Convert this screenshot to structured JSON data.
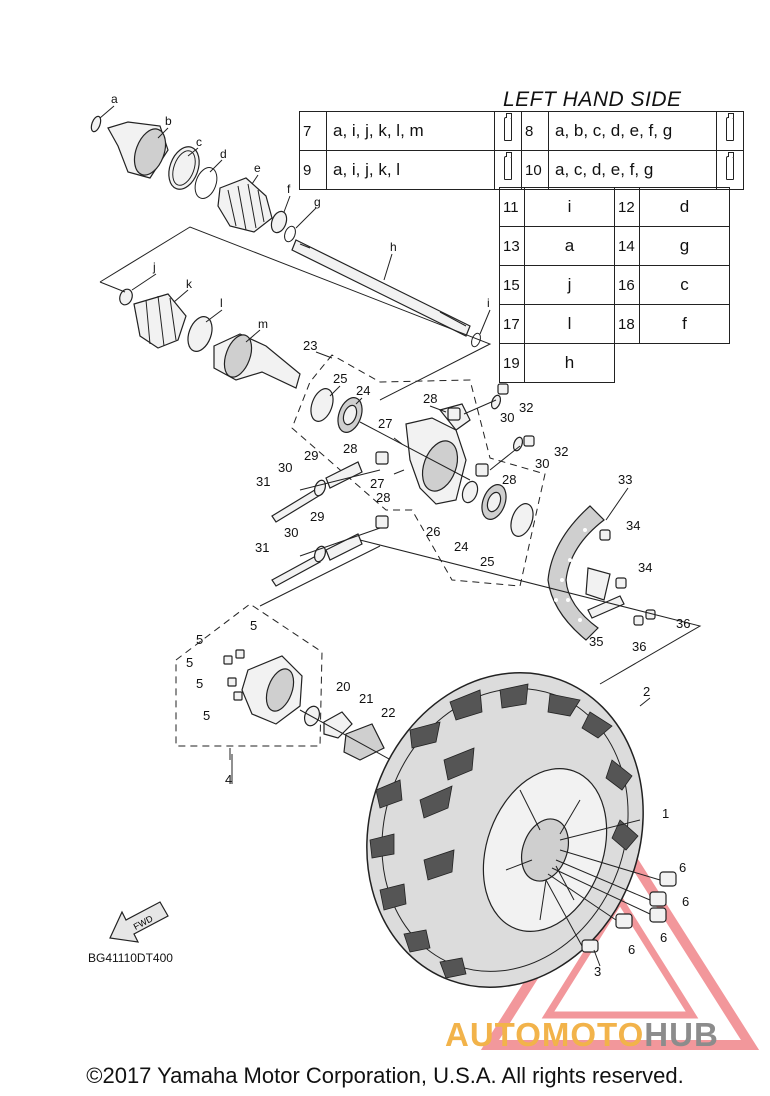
{
  "legend": {
    "title": "LEFT HAND SIDE",
    "kits": [
      {
        "num": "7",
        "parts": "a, i, j, k, l, m"
      },
      {
        "num": "8",
        "parts": "a, b, c, d, e, f, g"
      },
      {
        "num": "9",
        "parts": "a, i, j, k, l"
      },
      {
        "num": "10",
        "parts": "a, c, d, e, f, g"
      }
    ],
    "singles": [
      {
        "num": "11",
        "part": "i"
      },
      {
        "num": "12",
        "part": "d"
      },
      {
        "num": "13",
        "part": "a"
      },
      {
        "num": "14",
        "part": "g"
      },
      {
        "num": "15",
        "part": "j"
      },
      {
        "num": "16",
        "part": "c"
      },
      {
        "num": "17",
        "part": "l"
      },
      {
        "num": "18",
        "part": "f"
      },
      {
        "num": "19",
        "part": "h"
      }
    ]
  },
  "callouts": {
    "letters": [
      "a",
      "b",
      "c",
      "d",
      "e",
      "f",
      "g",
      "h",
      "i",
      "j",
      "k",
      "l",
      "m"
    ],
    "numbers": {
      "n1": "1",
      "n2": "2",
      "n3": "3",
      "n4": "4",
      "n5": "5",
      "n6": "6",
      "n20": "20",
      "n21": "21",
      "n22": "22",
      "n23": "23",
      "n24": "24",
      "n25": "25",
      "n26": "26",
      "n27": "27",
      "n28": "28",
      "n29": "29",
      "n30": "30",
      "n31": "31",
      "n32": "32",
      "n33": "33",
      "n34": "34",
      "n35": "35",
      "n36": "36"
    }
  },
  "fwd_label": "FWD",
  "drawing_code": "BG41110DT400",
  "watermark": {
    "part1": "AUTOMOTO",
    "part2": "HUB"
  },
  "copyright": "©2017 Yamaha Motor Corporation, U.S.A. All rights reserved.",
  "colors": {
    "watermark_orange": "#f2b34a",
    "watermark_red": "#e8434a",
    "watermark_gray": "#8c8c8c"
  }
}
